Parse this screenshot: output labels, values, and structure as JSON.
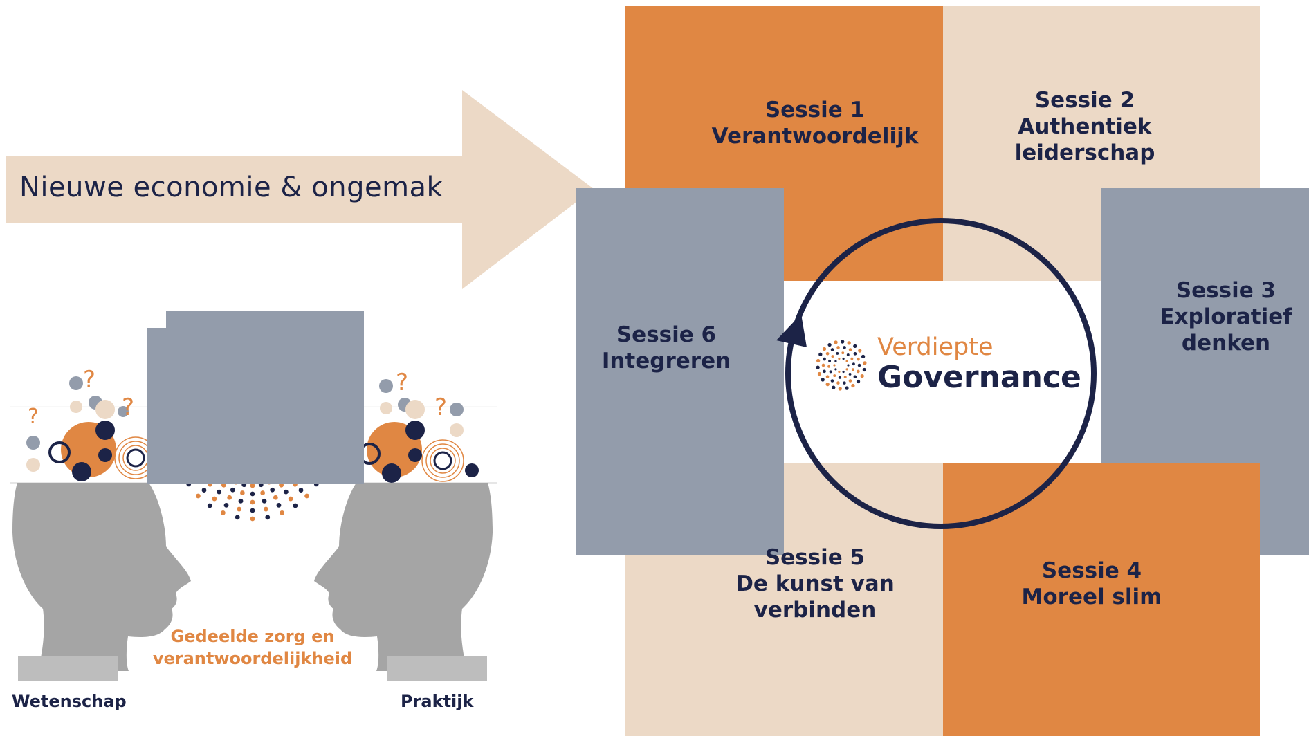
{
  "arrow": {
    "label": "Nieuwe economie & ongemak"
  },
  "sessions": [
    {
      "lines": [
        "Sessie 1",
        "Verantwoordelijk"
      ]
    },
    {
      "lines": [
        "Sessie 2",
        "Authentiek",
        "leiderschap"
      ]
    },
    {
      "lines": [
        "Sessie 3",
        "Exploratief",
        "denken"
      ]
    },
    {
      "lines": [
        "Sessie 4",
        "Moreel slim"
      ]
    },
    {
      "lines": [
        "Sessie 5",
        "De kunst van",
        "verbinden"
      ]
    },
    {
      "lines": [
        "Sessie 6",
        "Integreren"
      ]
    }
  ],
  "logo": {
    "line1": "Verdiepte",
    "line2": "Governance"
  },
  "heads": {
    "left_label": "Wetenschap",
    "right_label": "Praktijk",
    "shared_lines": [
      "Gedeelde zorg en",
      "verantwoordelijkheid"
    ]
  },
  "colors": {
    "orange": "#e08743",
    "beige": "#ecd9c6",
    "grey_blue": "#939cab",
    "navy": "#1c2347",
    "head_grey": "#a5a5a5"
  }
}
